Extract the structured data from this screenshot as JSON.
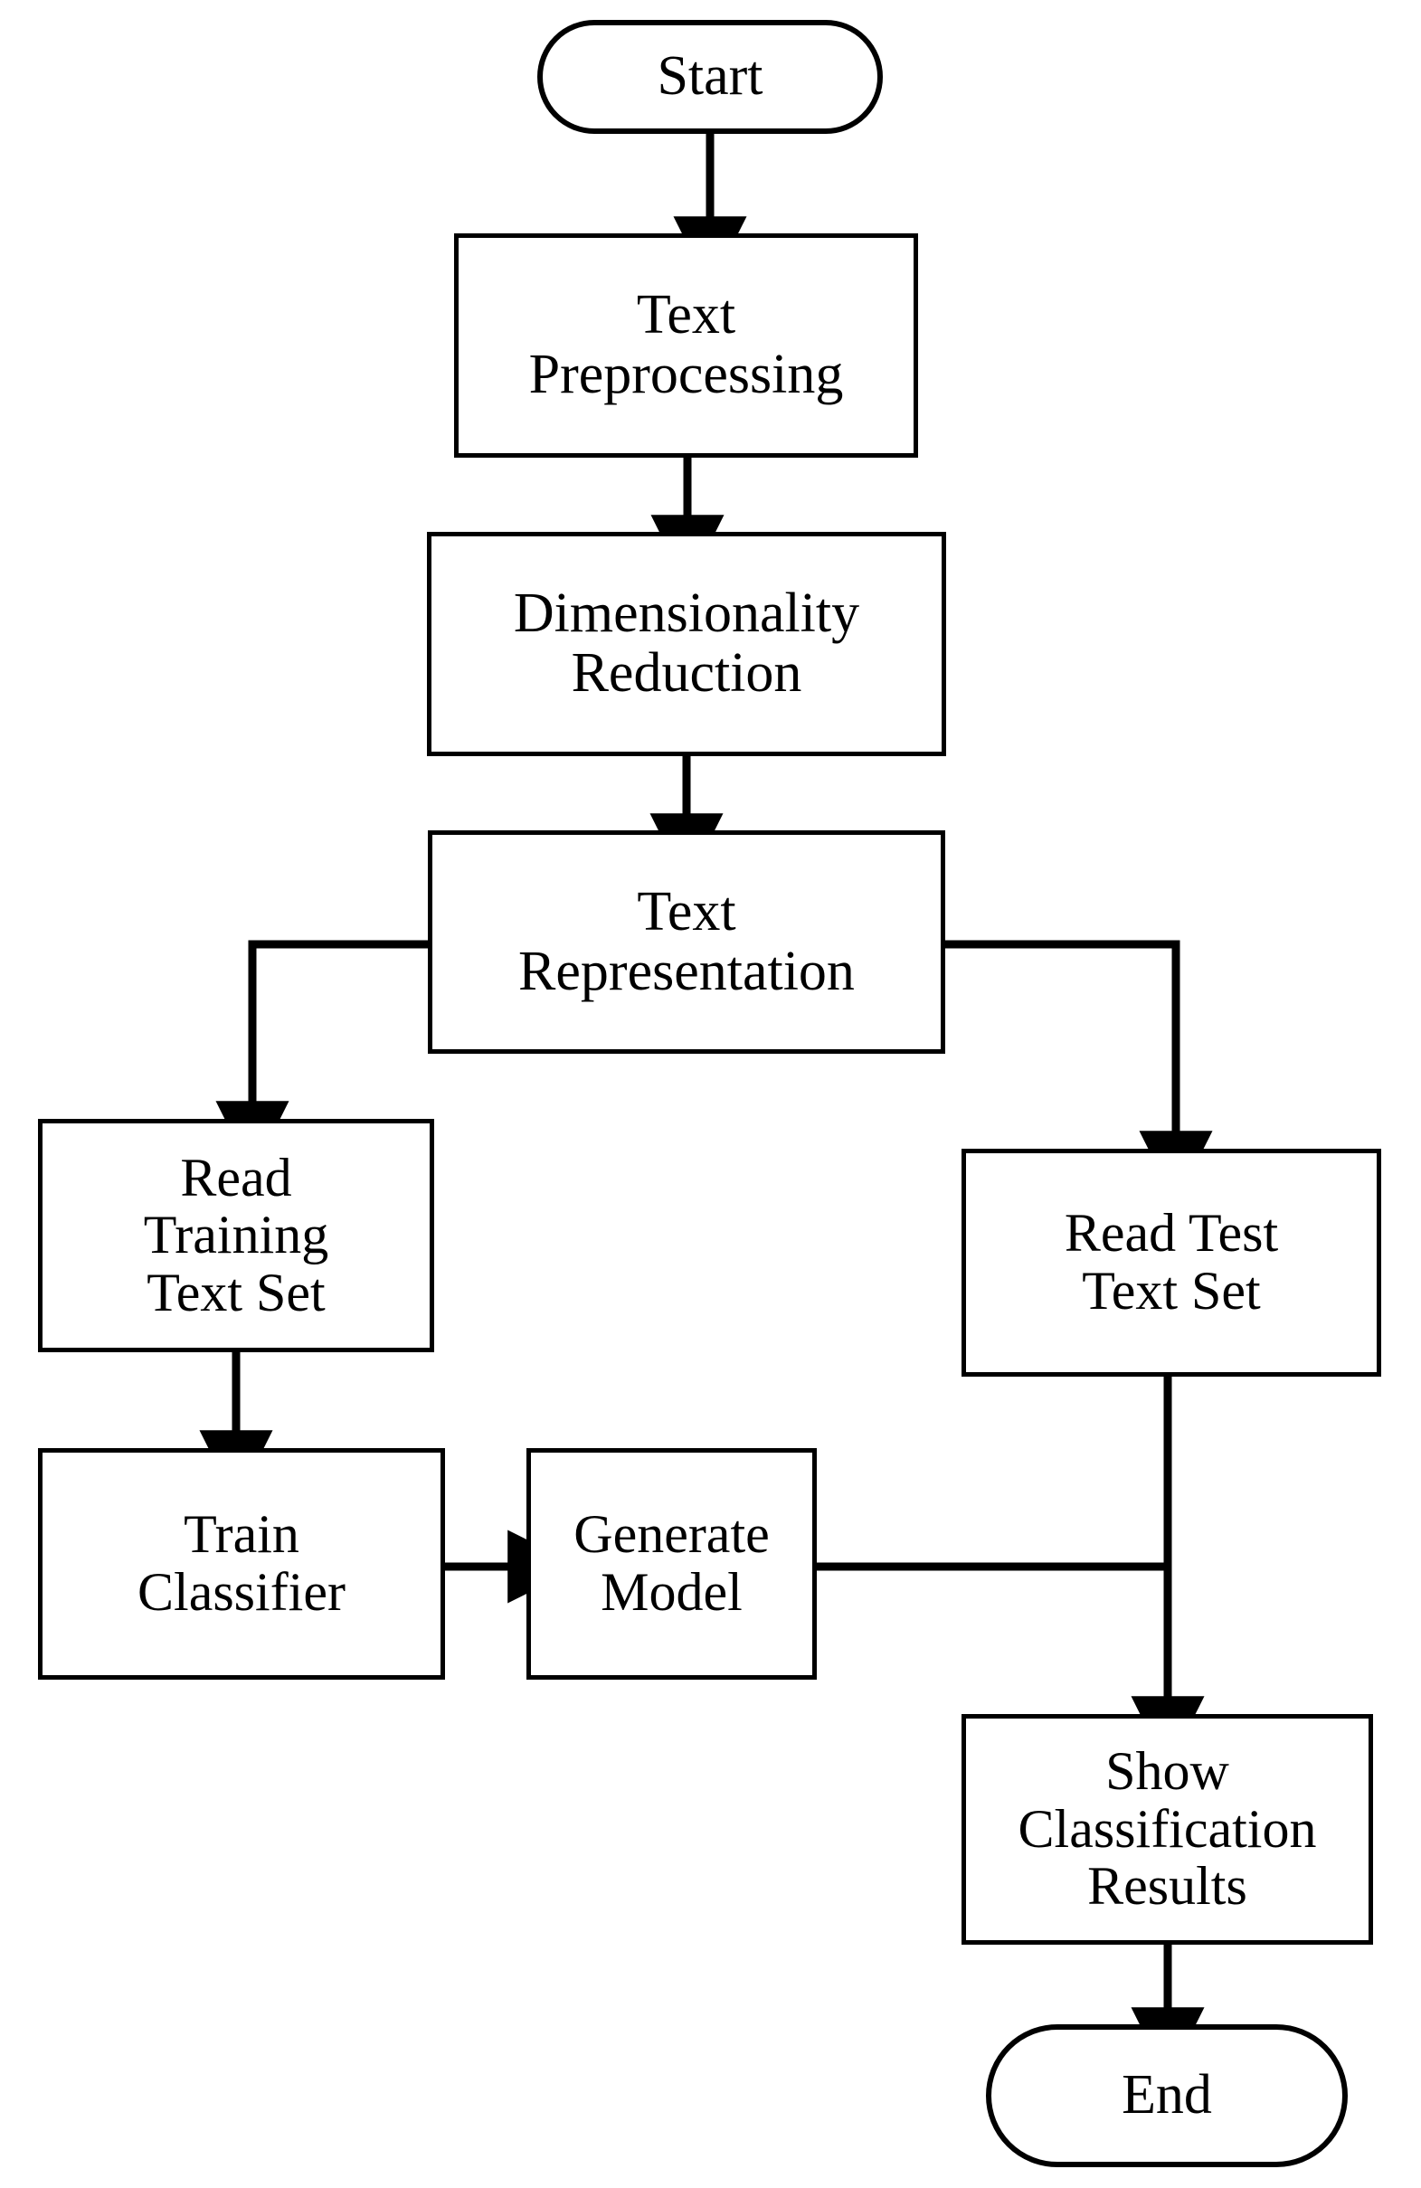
{
  "diagram": {
    "title": "Text Classification Process Flowchart",
    "type": "flowchart",
    "background_color": "#ffffff",
    "line_color": "#000000",
    "node_fill_color": "#ffffff"
  },
  "nodes": [
    {
      "id": "start",
      "label": "Start",
      "shape": "terminator"
    },
    {
      "id": "preproc",
      "label": "Text\nPreprocessing",
      "shape": "process"
    },
    {
      "id": "dimred",
      "label": "Dimensionality\nReduction",
      "shape": "process"
    },
    {
      "id": "textrep",
      "label": "Text\nRepresentation",
      "shape": "process"
    },
    {
      "id": "readtrain",
      "label": "Read\nTraining\nText Set",
      "shape": "process"
    },
    {
      "id": "readtest",
      "label": "Read Test\nText Set",
      "shape": "process"
    },
    {
      "id": "trainclf",
      "label": "Train\nClassifier",
      "shape": "process"
    },
    {
      "id": "genmodel",
      "label": "Generate\nModel",
      "shape": "process"
    },
    {
      "id": "showres",
      "label": "Show\nClassification\nResults",
      "shape": "process"
    },
    {
      "id": "end",
      "label": "End",
      "shape": "terminator"
    }
  ],
  "edges": [
    {
      "from": "start",
      "to": "preproc",
      "style": "straight-down",
      "arrow": true
    },
    {
      "from": "preproc",
      "to": "dimred",
      "style": "straight-down",
      "arrow": true
    },
    {
      "from": "dimred",
      "to": "textrep",
      "style": "straight-down",
      "arrow": true
    },
    {
      "from": "textrep",
      "to": "readtrain",
      "style": "elbow-left",
      "arrow": true
    },
    {
      "from": "textrep",
      "to": "readtest",
      "style": "elbow-right",
      "arrow": true
    },
    {
      "from": "readtrain",
      "to": "trainclf",
      "style": "straight-down",
      "arrow": true
    },
    {
      "from": "trainclf",
      "to": "genmodel",
      "style": "straight-right",
      "arrow": true
    },
    {
      "from": "genmodel",
      "to": "showres",
      "style": "elbow-join",
      "arrow": false
    },
    {
      "from": "readtest",
      "to": "showres",
      "style": "straight-down",
      "arrow": true
    },
    {
      "from": "showres",
      "to": "end",
      "style": "straight-down",
      "arrow": true
    }
  ]
}
